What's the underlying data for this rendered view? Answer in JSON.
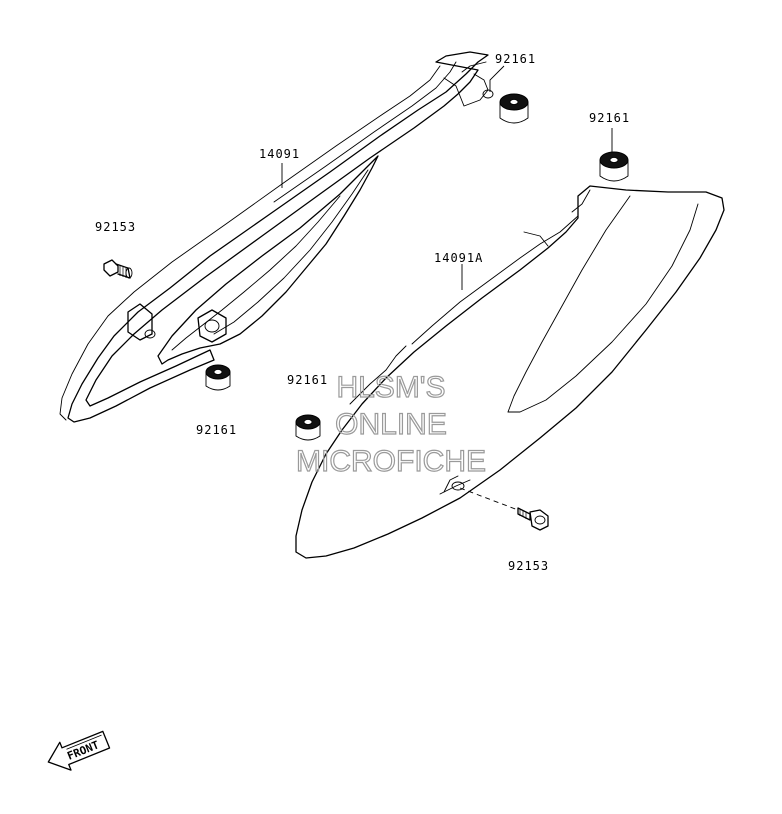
{
  "labels": {
    "p_92161_a": "92161",
    "p_92161_b": "92161",
    "p_14091": "14091",
    "p_92153_a": "92153",
    "p_14091A": "14091A",
    "p_92161_c": "92161",
    "p_92161_d": "92161",
    "p_92153_b": "92153"
  },
  "watermark": {
    "line1": "HLSM'S",
    "line2": "ONLINE",
    "line3": "MICROFICHE"
  },
  "front_arrow": {
    "text": "FRONT"
  }
}
